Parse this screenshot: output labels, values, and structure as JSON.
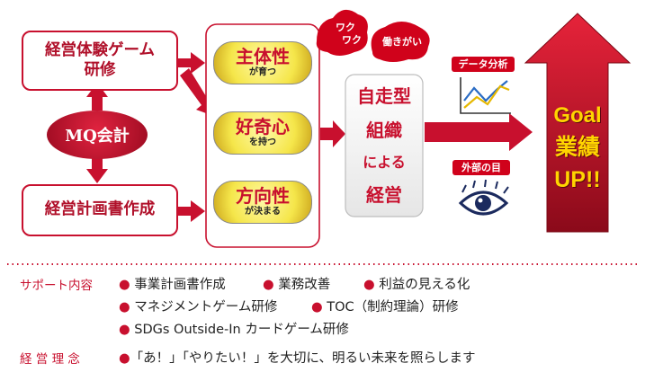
{
  "colors": {
    "accent": "#c8102e",
    "dark_red": "#8b0a1a",
    "yellow": "#ffd400",
    "navy": "#1b2a5e",
    "chart_blue": "#2a6cc4",
    "chart_yellow": "#e6b800"
  },
  "diagram": {
    "left_top_box": [
      "経営体験ゲーム",
      "研修"
    ],
    "center_oval": "MQ会計",
    "left_bottom_box": "経営計画書作成",
    "pills": [
      {
        "main": "主体性",
        "sub": "が育つ"
      },
      {
        "main": "好奇心",
        "sub": "を持つ"
      },
      {
        "main": "方向性",
        "sub": "が決まる"
      }
    ],
    "bubble_1": [
      "ワク",
      "ワク"
    ],
    "bubble_2": "働きがい",
    "core_box": [
      "自走型",
      "組織",
      "による",
      "経営"
    ],
    "label_data": "データ分析",
    "label_eye": "外部の目",
    "icon_chart": "line-chart-icon",
    "icon_eye": "eye-icon",
    "goal_lines": [
      "Goal",
      "業績",
      "UP!!"
    ]
  },
  "footer": {
    "support_label": "サポート内容",
    "support_items": [
      "事業計画書作成",
      "業務改善",
      "利益の見える化",
      "マネジメントゲーム研修",
      "TOC（制約理論）研修",
      "SDGs Outside-In カードゲーム研修"
    ],
    "philosophy_label": "経 営 理 念",
    "philosophy_text": "「あ！」「やりたい！」を大切に、明るい未来を照らします"
  }
}
